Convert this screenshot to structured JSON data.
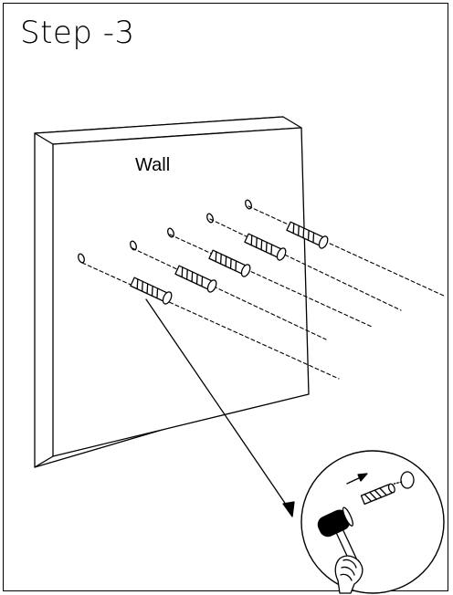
{
  "title": "Step -3",
  "wall_label": "Wall",
  "colors": {
    "line": "#000000",
    "background": "#ffffff"
  },
  "icons": [
    "wall-panel",
    "drill-hole-icon",
    "wall-anchor-icon",
    "hammer-icon",
    "hand-icon",
    "magnify-circle"
  ]
}
